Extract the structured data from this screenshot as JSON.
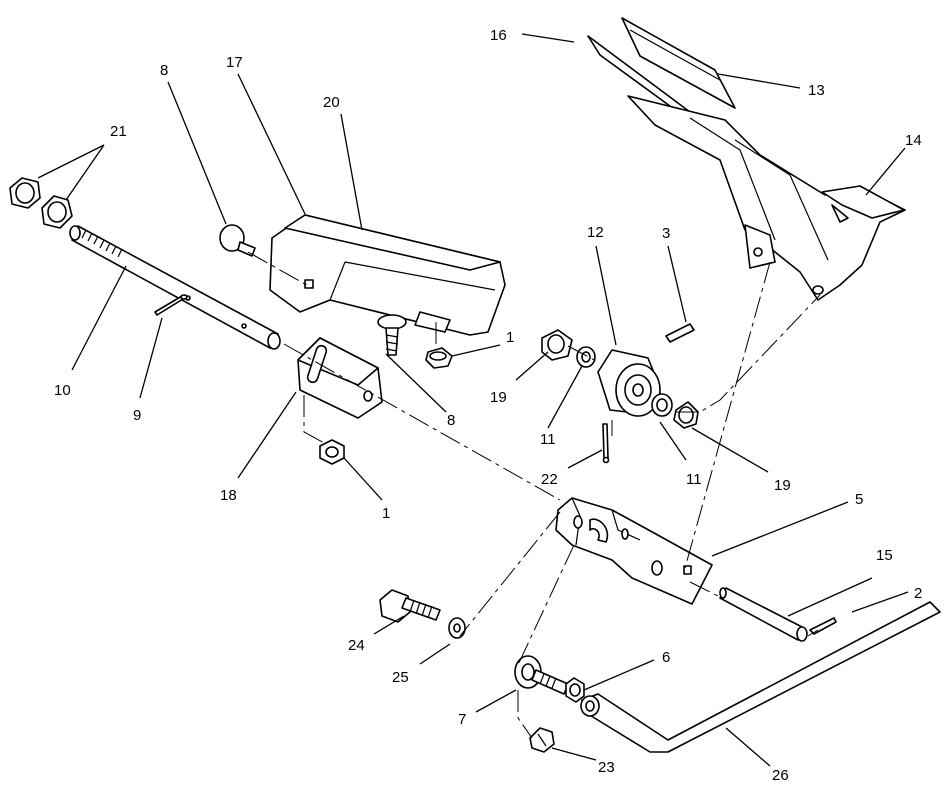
{
  "callouts": [
    {
      "id": "c16a",
      "text": "16"
    },
    {
      "id": "c13a",
      "text": "13"
    },
    {
      "id": "c14a",
      "text": "14"
    },
    {
      "id": "c8a",
      "text": "8"
    },
    {
      "id": "c17a",
      "text": "17"
    },
    {
      "id": "c20a",
      "text": "20"
    },
    {
      "id": "c21a",
      "text": "21"
    },
    {
      "id": "c12a",
      "text": "12"
    },
    {
      "id": "c3a",
      "text": "3"
    },
    {
      "id": "c1a",
      "text": "1"
    },
    {
      "id": "c10a",
      "text": "10"
    },
    {
      "id": "c9a",
      "text": "9"
    },
    {
      "id": "c19a",
      "text": "19"
    },
    {
      "id": "c8b",
      "text": "8"
    },
    {
      "id": "c11a",
      "text": "11"
    },
    {
      "id": "c11b",
      "text": "11"
    },
    {
      "id": "c22a",
      "text": "22"
    },
    {
      "id": "c19b",
      "text": "19"
    },
    {
      "id": "c18a",
      "text": "18"
    },
    {
      "id": "c1b",
      "text": "1"
    },
    {
      "id": "c5a",
      "text": "5"
    },
    {
      "id": "c15a",
      "text": "15"
    },
    {
      "id": "c2a",
      "text": "2"
    },
    {
      "id": "c24a",
      "text": "24"
    },
    {
      "id": "c25a",
      "text": "25"
    },
    {
      "id": "c6a",
      "text": "6"
    },
    {
      "id": "c7a",
      "text": "7"
    },
    {
      "id": "c23a",
      "text": "23"
    },
    {
      "id": "c26a",
      "text": "26"
    }
  ]
}
